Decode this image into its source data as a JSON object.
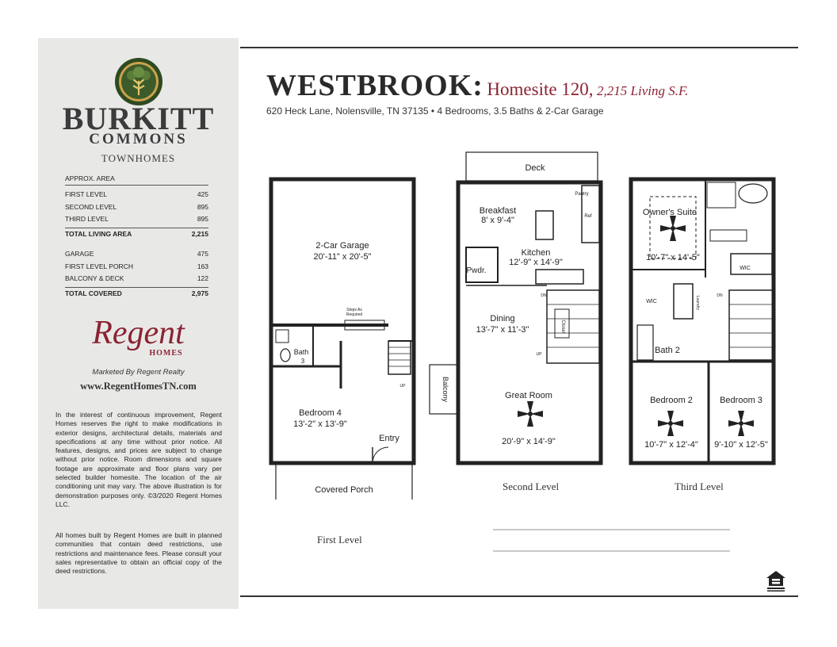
{
  "sidebar": {
    "brand_line1": "BURKITT",
    "brand_line2": "COMMONS",
    "brand_line3": "TOWNHOMES",
    "area_header": "APPROX. AREA",
    "area_rows": [
      {
        "label": "FIRST LEVEL",
        "value": "425"
      },
      {
        "label": "SECOND LEVEL",
        "value": "895"
      },
      {
        "label": "THIRD LEVEL",
        "value": "895"
      },
      {
        "label": "TOTAL LIVING AREA",
        "value": "2,215"
      },
      {
        "label": "GARAGE",
        "value": "475"
      },
      {
        "label": "FIRST LEVEL PORCH",
        "value": "163"
      },
      {
        "label": "BALCONY & DECK",
        "value": "122"
      },
      {
        "label": "TOTAL COVERED",
        "value": "2,975"
      }
    ],
    "builder_logo": "Regent",
    "builder_logo_sub": "HOMES",
    "marketed_by": "Marketed By Regent Realty",
    "website": "www.RegentHomesTN.com",
    "disclaimer1": "In the interest of continuous improvement, Regent Homes reserves the right to make modifications in exterior designs, architectural details, materials and specifications at any time without prior notice. All features, designs, and prices are subject to change without prior notice. Room dimensions and square footage are approximate and floor plans vary per selected builder homesite. The location of the air conditioning unit may vary. The above illustration is for demonstration purposes only. ©3/2020 Regent Homes LLC.",
    "disclaimer2": "All homes built by Regent Homes are built in planned communities that contain deed restrictions, use restrictions and maintenance fees. Please consult your sales representative to obtain an official copy of the deed restrictions."
  },
  "header": {
    "model": "WESTBROOK:",
    "homesite": "Homesite 120,",
    "living": "2,215 Living S.F.",
    "address": "620 Heck Lane, Nolensville, TN 37135 • 4 Bedrooms, 3.5 Baths & 2-Car Garage"
  },
  "levels": {
    "first": "First Level",
    "second": "Second Level",
    "third": "Third Level"
  },
  "rooms": {
    "garage": "2-Car Garage",
    "garage_dim": "20'-11\" x 20'-5\"",
    "steps": "Steps As",
    "steps2": "Required",
    "bath3": "Bath",
    "bath3_num": "3",
    "bedroom4": "Bedroom 4",
    "bedroom4_dim": "13'-2\" x 13'-9\"",
    "entry": "Entry",
    "porch": "Covered Porch",
    "up": "UP",
    "deck": "Deck",
    "pantry": "Pantry",
    "ref": "Ref",
    "breakfast": "Breakfast",
    "breakfast_dim": "8' x 9'-4\"",
    "kitchen": "Kitchen",
    "kitchen_dim": "12'-9\" x 14'-9\"",
    "pwdr": "Pwdr.",
    "dn": "DN",
    "dining": "Dining",
    "dining_dim": "13'-7\" x 11'-3\"",
    "closet": "Closet",
    "balcony": "Balcony",
    "great_room": "Great Room",
    "great_room_dim": "20'-9\" x 14'-9\"",
    "owners_suite": "Owner's Suite",
    "owners_suite_dim": "10'-7\" x 14'-5\"",
    "wic": "WIC",
    "laundry": "Laundry",
    "bath2": "Bath 2",
    "bedroom2": "Bedroom 2",
    "bedroom2_dim": "10'-7\" x 12'-4\"",
    "bedroom3": "Bedroom 3",
    "bedroom3_dim": "9'-10\" x 12'-5\""
  },
  "colors": {
    "brand_green": "#3d5a2a",
    "brand_maroon": "#8b2332",
    "sidebar_bg": "#e8e9e7"
  },
  "icons": {
    "logo": "tree-emblem-icon",
    "equal_housing": "equal-housing-icon"
  }
}
